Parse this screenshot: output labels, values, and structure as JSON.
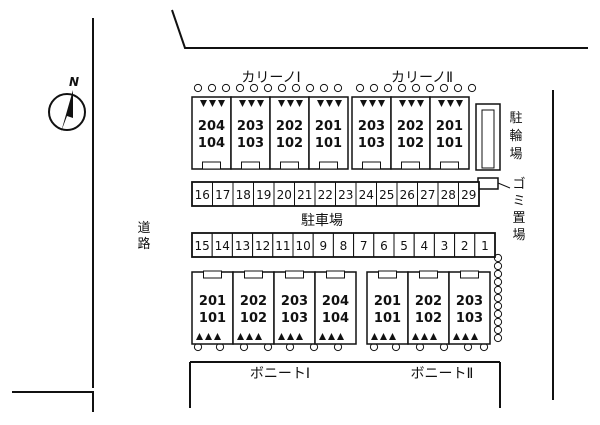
{
  "compass": {
    "north": "N"
  },
  "road": {
    "label": "道路"
  },
  "parking": {
    "label": "駐車場",
    "top_row": [
      "16",
      "17",
      "18",
      "19",
      "20",
      "21",
      "22",
      "23",
      "24",
      "25",
      "26",
      "27",
      "28",
      "29"
    ],
    "bottom_row": [
      "15",
      "14",
      "13",
      "12",
      "11",
      "10",
      "9",
      "8",
      "7",
      "6",
      "5",
      "4",
      "3",
      "2",
      "1"
    ]
  },
  "bicycle_parking": {
    "label": "駐輪場"
  },
  "garbage_area": {
    "label": "ゴミ置場"
  },
  "buildings": [
    {
      "name": "カリーノⅠ",
      "units": [
        [
          "204",
          "104"
        ],
        [
          "203",
          "103"
        ],
        [
          "202",
          "102"
        ],
        [
          "201",
          "101"
        ]
      ]
    },
    {
      "name": "カリーノⅡ",
      "units": [
        [
          "203",
          "103"
        ],
        [
          "202",
          "102"
        ],
        [
          "201",
          "101"
        ]
      ]
    },
    {
      "name": "ボニートⅠ",
      "units": [
        [
          "201",
          "101"
        ],
        [
          "202",
          "102"
        ],
        [
          "203",
          "103"
        ],
        [
          "204",
          "104"
        ]
      ]
    },
    {
      "name": "ボニートⅡ",
      "units": [
        [
          "201",
          "101"
        ],
        [
          "202",
          "102"
        ],
        [
          "203",
          "103"
        ]
      ]
    }
  ]
}
